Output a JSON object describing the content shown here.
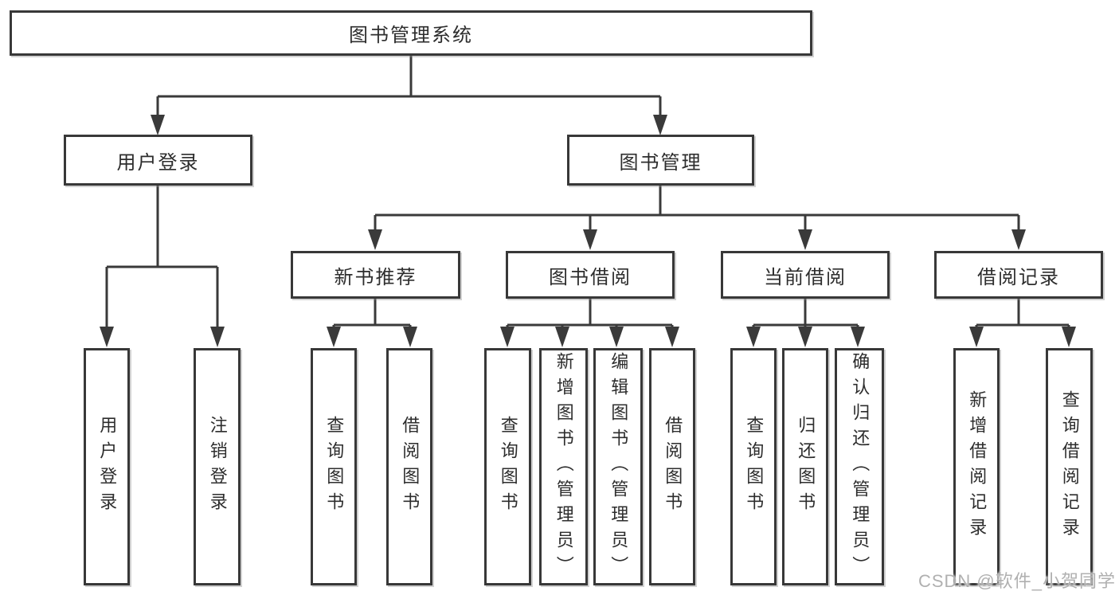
{
  "nodes": {
    "root": {
      "label": "图书管理系统"
    },
    "user_login": {
      "label": "用户登录"
    },
    "book_mgmt": {
      "label": "图书管理"
    },
    "new_book_rec": {
      "label": "新书推荐"
    },
    "book_borrow": {
      "label": "图书借阅"
    },
    "current_borrow": {
      "label": "当前借阅"
    },
    "borrow_record": {
      "label": "借阅记录"
    },
    "leaf_user_login": {
      "label": "用户登录"
    },
    "leaf_logout": {
      "label": "注销登录"
    },
    "leaf_nb_query": {
      "label": "查询图书"
    },
    "leaf_nb_borrow": {
      "label": "借阅图书"
    },
    "leaf_bb_query": {
      "label": "查询图书"
    },
    "leaf_bb_add": {
      "label": "新增图书（管理员）"
    },
    "leaf_bb_edit": {
      "label": "编辑图书（管理员）"
    },
    "leaf_bb_borrow": {
      "label": "借阅图书"
    },
    "leaf_cb_query": {
      "label": "查询图书"
    },
    "leaf_cb_return": {
      "label": "归还图书"
    },
    "leaf_cb_confirm": {
      "label": "确认归还（管理员）"
    },
    "leaf_br_add": {
      "label": "新增借阅记录"
    },
    "leaf_br_query": {
      "label": "查询借阅记录"
    }
  },
  "hierarchy": {
    "root": [
      "user_login",
      "book_mgmt"
    ],
    "user_login": [
      "leaf_user_login",
      "leaf_logout"
    ],
    "book_mgmt": [
      "new_book_rec",
      "book_borrow",
      "current_borrow",
      "borrow_record"
    ],
    "new_book_rec": [
      "leaf_nb_query",
      "leaf_nb_borrow"
    ],
    "book_borrow": [
      "leaf_bb_query",
      "leaf_bb_add",
      "leaf_bb_edit",
      "leaf_bb_borrow"
    ],
    "current_borrow": [
      "leaf_cb_query",
      "leaf_cb_return",
      "leaf_cb_confirm"
    ],
    "borrow_record": [
      "leaf_br_add",
      "leaf_br_query"
    ]
  },
  "watermark": {
    "text": "CSDN @软件_小贺同学"
  },
  "colors": {
    "line": "#3a3a3a",
    "box_border": "#383838",
    "text": "#2d2d2d",
    "background": "#ffffff",
    "watermark": "#b0b0b0"
  }
}
